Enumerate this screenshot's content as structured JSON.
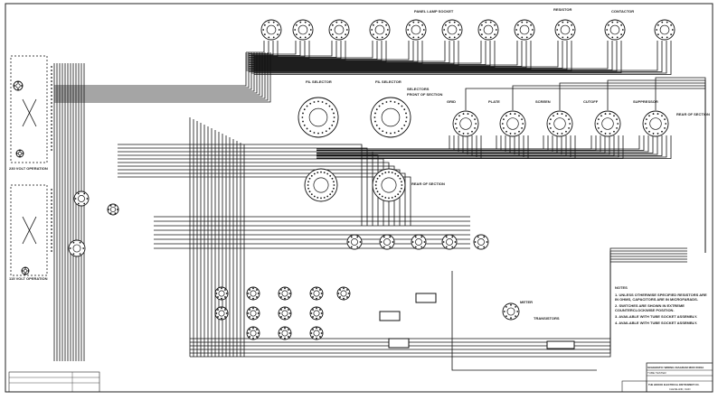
{
  "title_block": {
    "title": "SCHEMATIC WIRING DIAGRAM MOD 6000A",
    "subtitle": "TUBE TESTER",
    "company": "THE HICKOK ELECTRICAL INSTRUMENT CO.",
    "city": "CLEVELAND, OHIO"
  },
  "labels": {
    "panel_lamp_socket": "PANEL LAMP SOCKET",
    "resistor": "RESISTOR",
    "contactor": "CONTACTOR",
    "filament_1": "FIL SELECTOR",
    "filament_2": "FIL SELECTOR",
    "selectors": "SELECTORS",
    "front_of_section": "FRONT OF SECTION",
    "rear_of_section": "REAR OF SECTION",
    "grid": "GRID",
    "plate": "PLATE",
    "screen": "SCREEN",
    "cutoff": "CUTOFF",
    "suppressor": "SUPPRESSOR",
    "v115": "115 VOLT OPERATION",
    "v230": "230 VOLT OPERATION",
    "transistors": "TRANSISTORS",
    "meter": "METER",
    "notes_title": "NOTES"
  },
  "notes": [
    "1. UNLESS OTHERWISE SPECIFIED RESISTORS ARE IN OHMS, CAPACITORS ARE IN MICROFARADS.",
    "2. SWITCHES ARE SHOWN IN EXTREME COUNTERCLOCKWISE POSITION.",
    "3. AVAILABLE WITH TUBE SOCKET ASSEMBLY.",
    "4. AVAILABLE WITH TUBE SOCKET ASSEMBLY."
  ]
}
